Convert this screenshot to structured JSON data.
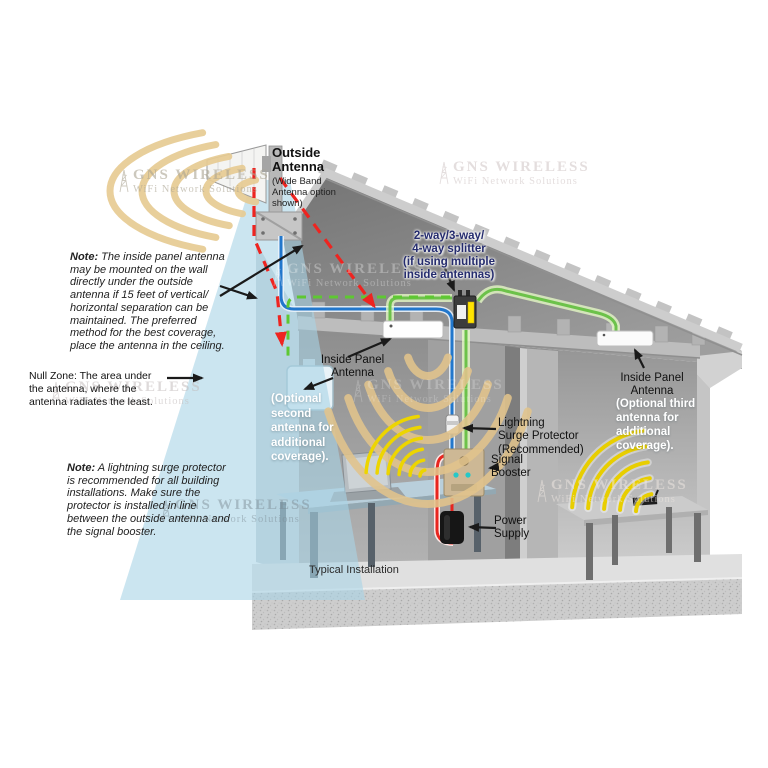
{
  "watermark": {
    "line1": "GNS WIRELESS",
    "line2": "WiFi Network Solutions"
  },
  "labels": {
    "outside_antenna": "Outside\nAntenna",
    "outside_antenna_sub": "(Wide Band\nAntenna option\nshown)",
    "splitter": "2-way/3-way/\n4-way splitter\n(if using multiple\ninside antennas)",
    "inside_panel_left": "Inside Panel\nAntenna",
    "inside_panel_right": "Inside Panel\nAntenna",
    "optional_second": "(Optional\nsecond\nantenna for\nadditional\ncoverage).",
    "optional_third": "(Optional third\nantenna for\nadditional\ncoverage).",
    "lightning": "Lightning\nSurge Protector\n(Recommended)",
    "signal_booster": "Signal\nBooster",
    "power_supply": "Power\nSupply",
    "typical_installation": "Typical Installation"
  },
  "notes": {
    "note_label": "Note:",
    "note1": " The inside panel antenna\nmay be mounted on the wall\ndirectly under the outside\nantenna if 15 feet of vertical/\nhorizontal separation can be\nmaintained. The preferred\nmethod for the best coverage,\nplace the antenna in the ceiling.",
    "null_zone": "Null Zone: The area under\nthe antenna, where the\nantenna radiates the least.",
    "note2": " A lightning surge protector\nis recommended for all building\ninstallations. Make sure the\nprotector is installed in line\nbetween the outside antenna and\nthe signal booster."
  },
  "colors": {
    "cone_blue": "#a9d3e6",
    "gold_arc": "#e6c98f",
    "wifi_yellow": "#eed600",
    "cable_blue": "#2277cc",
    "cable_green": "#6cc24a",
    "cable_red": "#e8251f",
    "red_dashed": "#ee2420",
    "splitter_label_navy": "#252c6e",
    "splitter_yellow": "#ffe400"
  }
}
